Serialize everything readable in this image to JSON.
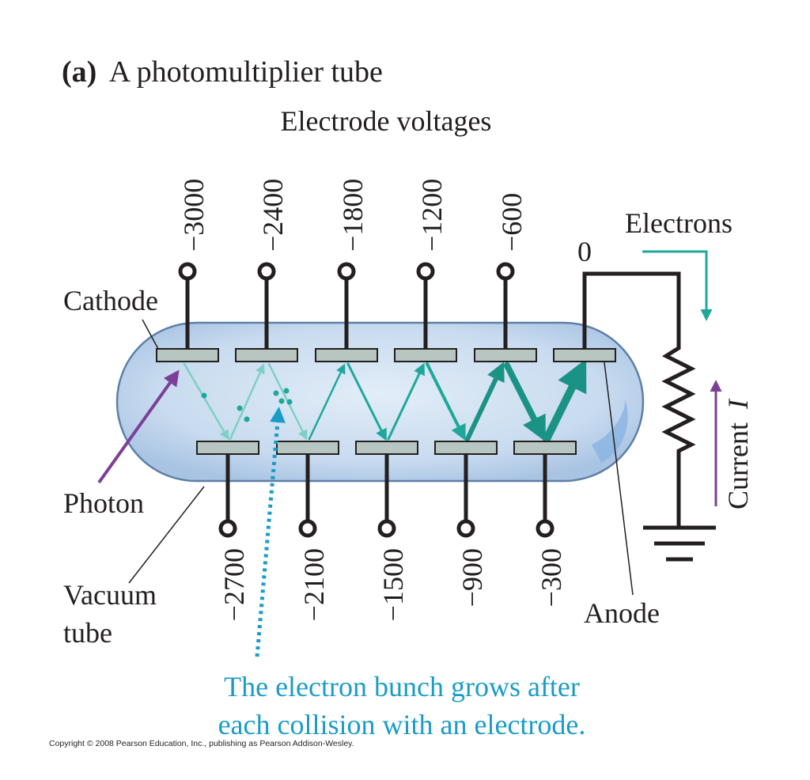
{
  "figure": {
    "panel_label": "(a)",
    "title": "A photomultiplier tube",
    "electrode_voltages_heading": "Electrode voltages",
    "top_voltages": [
      "−3000",
      "−2400",
      "−1800",
      "−1200",
      "−600"
    ],
    "anode_voltage": "0",
    "bottom_voltages": [
      "−2700",
      "−2100",
      "−1500",
      "−900",
      "−300"
    ],
    "labels": {
      "cathode": "Cathode",
      "photon": "Photon",
      "vacuum_line1": "Vacuum",
      "vacuum_line2": "tube",
      "anode": "Anode",
      "electrons": "Electrons",
      "current": "Current",
      "current_symbol": "I"
    },
    "note_line1": "The electron bunch grows after",
    "note_line2": "each collision with an electrode.",
    "copyright": "Copyright © 2008 Pearson Education, Inc., publishing as Pearson Addison-Wesley."
  },
  "colors": {
    "electron_path": "#1fa89a",
    "photon": "#7b3f98",
    "note": "#1a9cc7",
    "tube_fill": "#c9dcef",
    "electrode": "#b8c6c1"
  }
}
